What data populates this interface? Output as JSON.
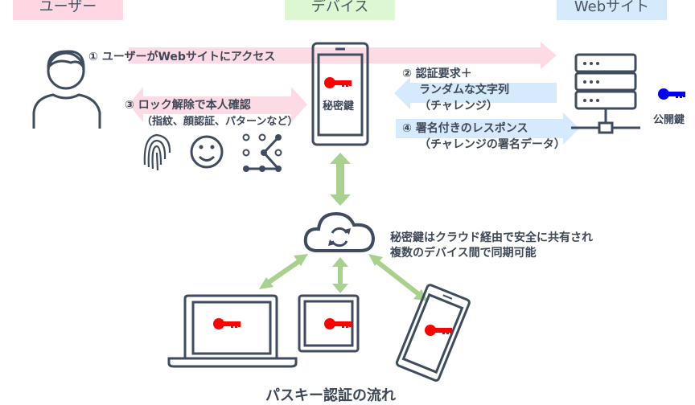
{
  "headers": {
    "user": "ユーザー",
    "device": "デバイス",
    "website": "Webサイト"
  },
  "steps": {
    "step1": "① ユーザーがWebサイトにアクセス",
    "step2_line1": "② 認証要求＋",
    "step2_line2": "ランダムな文字列",
    "step2_line3": "（チャレンジ）",
    "step3_line1": "③ ロック解除で本人確認",
    "step3_line2": "（指紋、顔認証、パターンなど）",
    "step4_line1": "④ 署名付きのレスポンス",
    "step4_line2": "（チャレンジの署名データ）"
  },
  "device_key_label": "秘密鍵",
  "server_key_label": "公開鍵",
  "cloud_note": {
    "line1": "秘密鍵はクラウド経由で安全に共有され",
    "line2": "複数のデバイス間で同期可能"
  },
  "title": "パスキー認証の流れ",
  "colors": {
    "user": "#ffd6e2",
    "device": "#dcf7d2",
    "website": "#d5eafc",
    "private_key": "#ff0000",
    "public_key": "#0000ee",
    "sync_arrow": "#a9d18e",
    "stroke": "#3f4b5e"
  }
}
